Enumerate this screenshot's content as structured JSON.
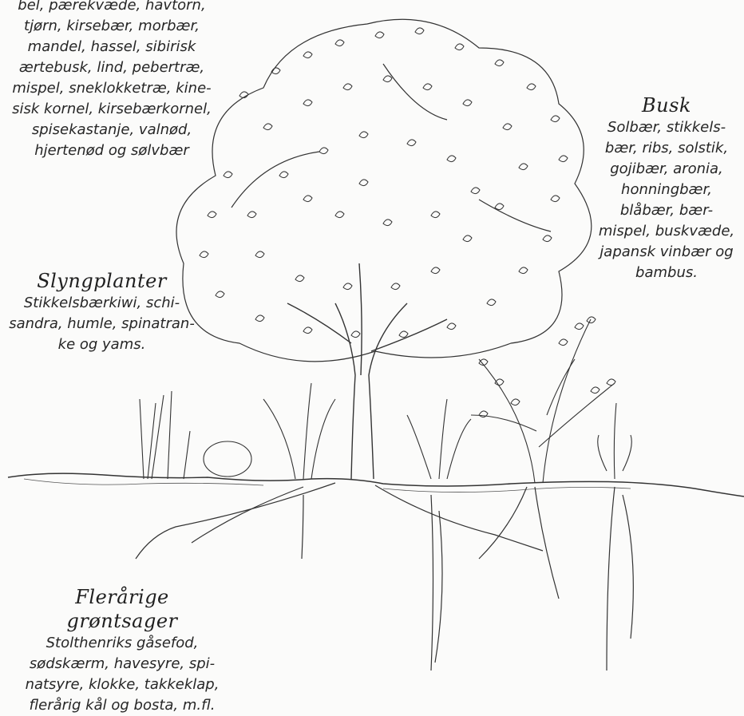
{
  "tree_list": {
    "lines": [
      "bel, pærekvæde, havtorn,",
      "tjørn, kirsebær, morbær,",
      "mandel, hassel, sibirisk",
      "ærtebusk, lind, pebertræ,",
      "mispel, sneklokketræ, kine-",
      "sisk kornel, kirsebærkornel,",
      "spisekastanje, valnød,",
      "hjertenød og sølvbær"
    ]
  },
  "bush": {
    "title": "Busk",
    "lines": [
      "Solbær, stikkels-",
      "bær, ribs, solstik,",
      "gojibær, aronia,",
      "honningbær,",
      "blåbær, bær-",
      "mispel, buskvæde,",
      "japansk vinbær og",
      "bambus."
    ]
  },
  "vines": {
    "title": "Slyngplanter",
    "lines": [
      "Stikkelsbærkiwi, schi-",
      "sandra, humle, spinatran-",
      "ke og yams."
    ]
  },
  "perennials": {
    "title": "Flerårige grøntsager",
    "lines": [
      "Stolthenriks gåsefod,",
      "sødskærm, havesyre, spi-",
      "natsyre, klokke, takkeklap,",
      "flerårig kål og bosta, m.fl."
    ]
  },
  "colors": {
    "ink": "#262626",
    "paper": "#fbfbfa"
  }
}
